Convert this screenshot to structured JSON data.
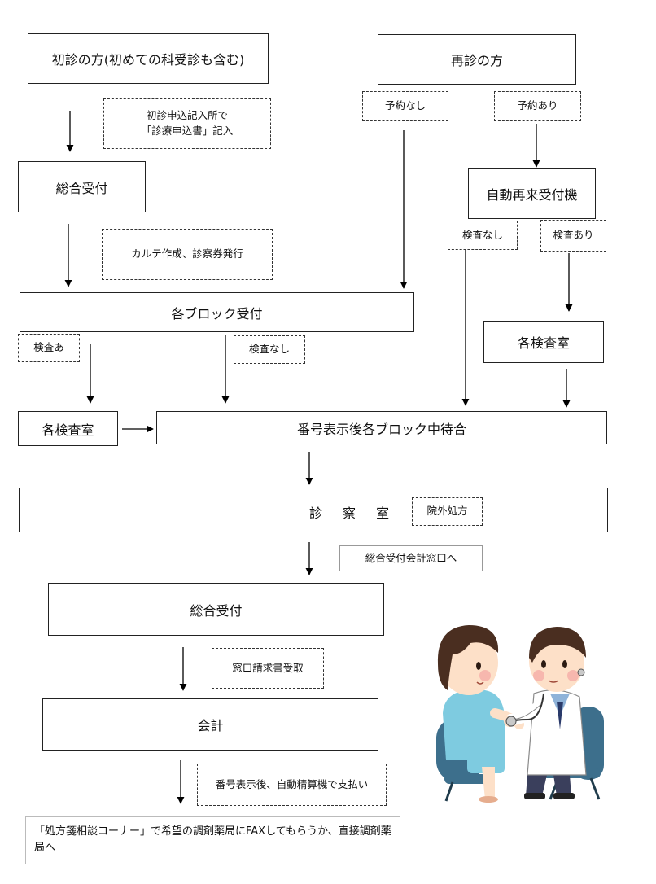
{
  "first_visit": {
    "title": "初診の方(初めての科受診も含む)",
    "note_line1": "初診申込記入所で",
    "note_line2": "「診療申込書」記入",
    "general_reception": "総合受付",
    "note_chart": "カルテ作成、診察券発行"
  },
  "return_visit": {
    "title": "再診の方",
    "no_appointment": "予約なし",
    "with_appointment": "予約あり",
    "kiosk": "自動再来受付機",
    "no_exam": "検査なし",
    "with_exam": "検査あり",
    "exam_room": "各検査室"
  },
  "block": {
    "reception": "各ブロック受付",
    "with_exam": "検査あ",
    "no_exam": "検査なし",
    "exam_room": "各検査室",
    "waiting": "番号表示後各ブロック中待合"
  },
  "consult": {
    "room": "診 察 室",
    "outside_prescription": "院外処方",
    "note_cashier_window": "総合受付会計窓口へ"
  },
  "payment": {
    "general_reception": "総合受付",
    "note_invoice": "窓口請求書受取",
    "cashier": "会計",
    "note_pay": "番号表示後、自動精算機で支払い"
  },
  "final_note": "「処方箋相談コーナー」で希望の調剤薬局にFAXしてもらうか、直接調剤薬局へ",
  "illustration": {
    "subject": "doctor-examining-patient",
    "colors": {
      "coat": "#ffffff",
      "shirt": "#7ecbe0",
      "hair": "#4a2e20",
      "chair": "#3d6f8c",
      "skin": "#fde0c8"
    }
  }
}
